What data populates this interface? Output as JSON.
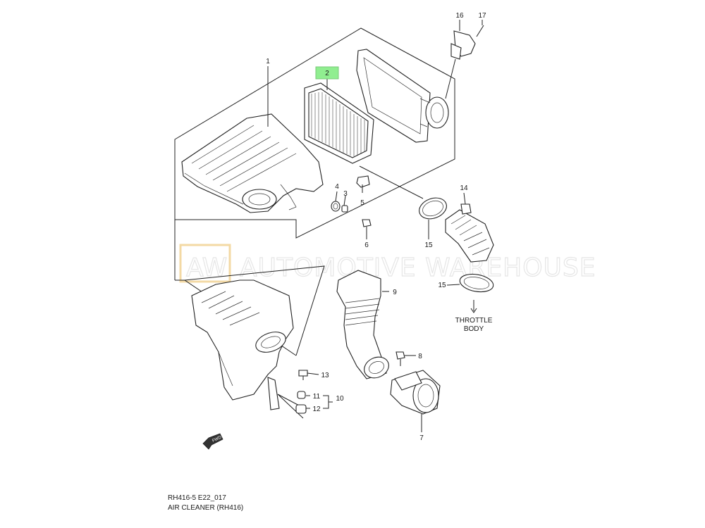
{
  "watermark": {
    "logo": "AW",
    "text": "AUTOMOTIVE WAREHOUSE"
  },
  "callouts": {
    "p1": "1",
    "p2": "2",
    "p3": "3",
    "p4": "4",
    "p5": "5",
    "p6": "6",
    "p7": "7",
    "p8": "8",
    "p9": "9",
    "p10": "10",
    "p11": "11",
    "p12": "12",
    "p13": "13",
    "p14": "14",
    "p15a": "15",
    "p15b": "15",
    "p16": "16",
    "p17": "17"
  },
  "throttle_label": {
    "line1": "THROTTLE",
    "line2": "BODY"
  },
  "fwd_label": "FWD",
  "caption": {
    "code": "RH416-5 E22_017",
    "title": "AIR CLEANER (RH416)"
  },
  "colors": {
    "highlight": "#90ee90"
  }
}
